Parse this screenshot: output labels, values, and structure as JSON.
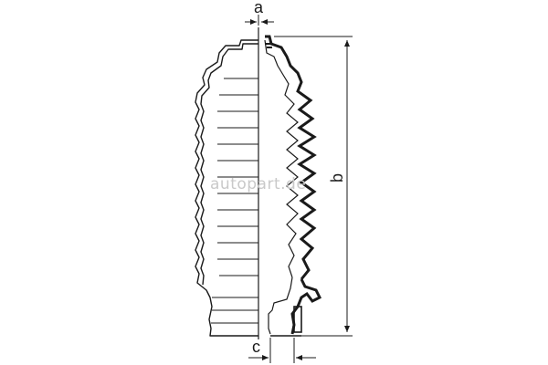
{
  "drawing": {
    "subject": "steering rack bellow boot",
    "dimension_labels": {
      "a": "a",
      "b": "b",
      "c": "c"
    },
    "watermark": "autopart.de",
    "colors": {
      "line": "#1a1a1a",
      "background": "#ffffff",
      "watermark": "#c9c9c9"
    }
  }
}
